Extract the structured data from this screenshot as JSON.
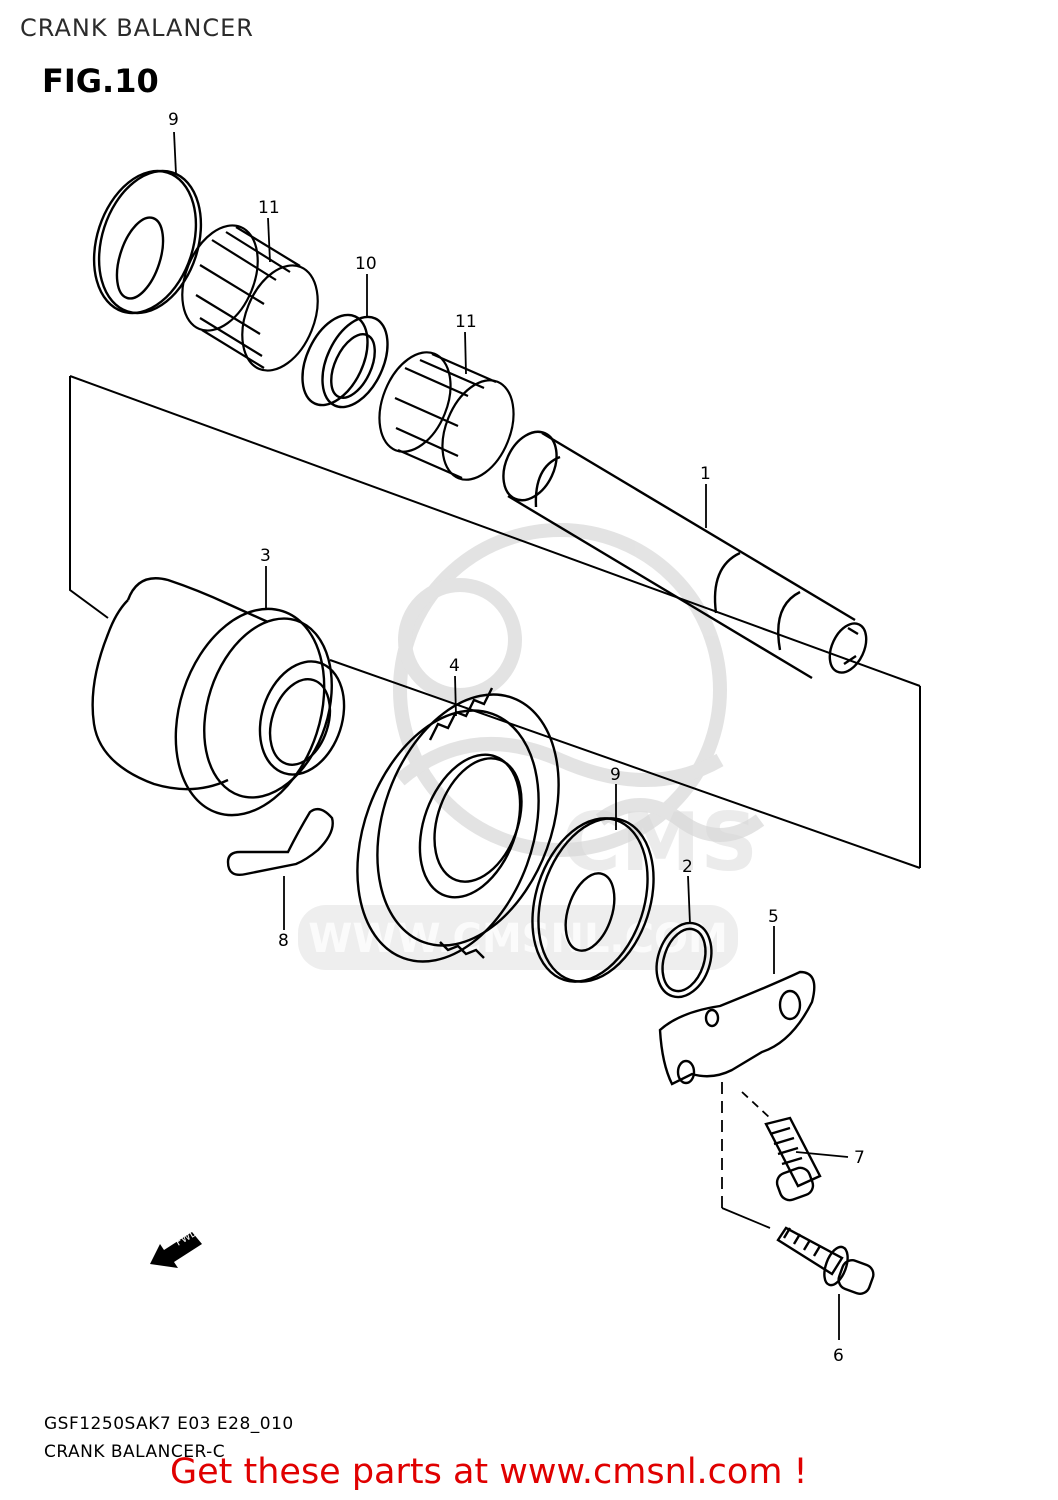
{
  "header": {
    "title": "CRANK BALANCER",
    "figure": "FIG.10"
  },
  "callouts": {
    "c1": "1",
    "c2": "2",
    "c3": "3",
    "c4": "4",
    "c5": "5",
    "c6": "6",
    "c7": "7",
    "c8": "8",
    "c9_top": "9",
    "c9_mid": "9",
    "c10": "10",
    "c11_left": "11",
    "c11_right": "11"
  },
  "direction_marker": {
    "label": "FWD"
  },
  "watermark": {
    "text": "WWW.CMSNL.COM",
    "logo_text": "CMS"
  },
  "footer": {
    "model_code": "GSF1250SAK7 E03 E28_010",
    "name": "CRANK BALANCER-C",
    "promo": "Get these parts at www.cmsnl.com !"
  },
  "colors": {
    "promo": "#e00000",
    "line": "#000000",
    "watermark": "#d9d9d9"
  }
}
